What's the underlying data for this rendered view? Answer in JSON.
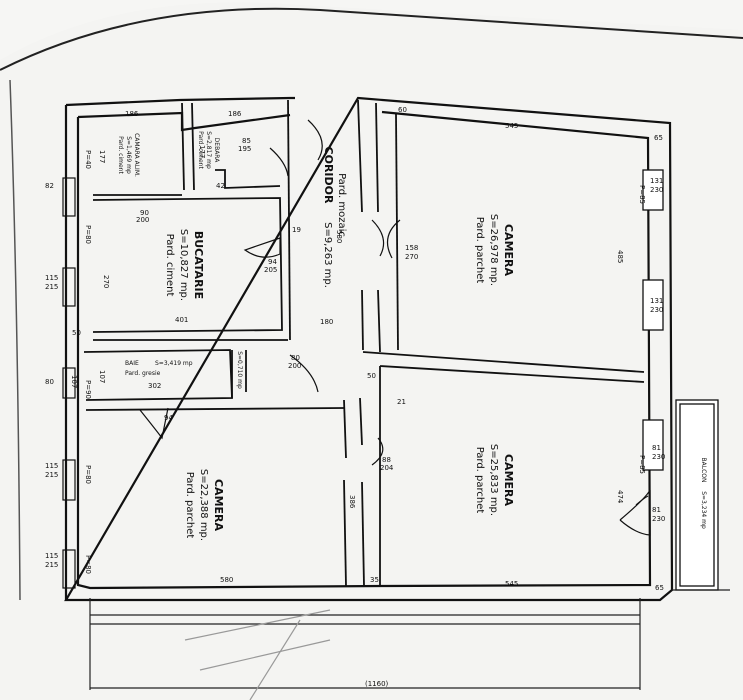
{
  "rooms": {
    "camera_top": {
      "name": "CAMERA",
      "area": "S=26,978 mp.",
      "floor": "Pard. parchet"
    },
    "camera_right": {
      "name": "CAMERA",
      "area": "S=25,833 mp.",
      "floor": "Pard. parchet"
    },
    "camera_left": {
      "name": "CAMERA",
      "area": "S=22,388 mp.",
      "floor": "Pard. parchet"
    },
    "coridor": {
      "name": "CORIDOR",
      "area": "S=9,263 mp.",
      "floor": "Pard. mozaic"
    },
    "bucatarie": {
      "name": "BUCATARIE",
      "area": "S=10,827 mp.",
      "floor": "Pard. ciment"
    },
    "baie": {
      "name": "BAIE",
      "area": "S=3,419 mp",
      "floor": "Pard. gresie"
    },
    "camara": {
      "name": "CAMARA ALIM.",
      "area": "S=1,469 mp",
      "floor": "Pard. ciment"
    },
    "debara": {
      "name": "DEBARA",
      "area": "S=2,817 mp",
      "floor": "Pard. ciment"
    },
    "balcon": {
      "name": "BALCON",
      "area": "S=3,234 mp"
    },
    "wc": {
      "area": "S=0,710 mp"
    }
  },
  "dims": {
    "top_545": "545",
    "top_186a": "186",
    "top_186b": "186",
    "top_65": "65",
    "bottom_580": "580",
    "bottom_545": "545",
    "bottom_35": "35",
    "bottom_65": "65",
    "total": "(1160)",
    "buc_401": "401",
    "coridor_180": "180",
    "baie_302": "302",
    "h_485": "485",
    "h_474": "474",
    "h_386": "386",
    "h_580": "580",
    "h_270": "270",
    "h_107": "107",
    "h_177": "177",
    "h_50": "50",
    "h_21": "21",
    "h_19": "19",
    "h_42": "42",
    "h_60": "60",
    "d_90": "90",
    "d_200": "200",
    "d_85": "85",
    "d_195": "195",
    "d_205": "205",
    "d_94": "94",
    "d_158": "158",
    "d_204": "204",
    "d_88": "88",
    "d_200b": "200",
    "w_131a": "131",
    "w_230a": "230",
    "w_131b": "131",
    "w_230b": "230",
    "w_81a": "81",
    "w_230c": "230",
    "w_81b": "81",
    "w_230d": "230",
    "w_115a": "115",
    "w_215a": "215",
    "w_115b": "115",
    "w_215b": "215",
    "w_115c": "115",
    "w_215c": "215",
    "w_82": "82",
    "w_80": "80",
    "p40": "P=40",
    "p80": "P=80",
    "p90": "P=90",
    "p85": "P=85"
  }
}
